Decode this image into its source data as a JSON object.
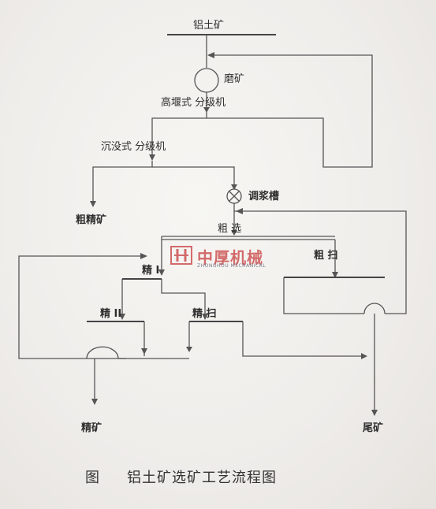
{
  "diagram": {
    "nodes": {
      "feed": "铝土矿",
      "mill": "磨矿",
      "high_weir_classifier": "高堰式 分级机",
      "submerged_classifier": "沉没式 分级机",
      "coarse_concentrate": "粗精矿",
      "conditioning_tank": "调浆槽",
      "roughing": "粗 选",
      "cleaning_1": "精 I",
      "cleaning_2": "精 II",
      "rougher_scavenging": "粗 扫",
      "cleaner_scavenging": "精 扫",
      "concentrate": "精矿",
      "tailings": "尾矿"
    }
  },
  "caption": {
    "label": "图",
    "title": "铝土矿选矿工艺流程图"
  },
  "watermark": {
    "title": "中厚机械",
    "subtitle": "ZHONGHOU MECHANICAL"
  },
  "colors": {
    "line": "#555555",
    "watermark_red": "#d26a6a"
  }
}
